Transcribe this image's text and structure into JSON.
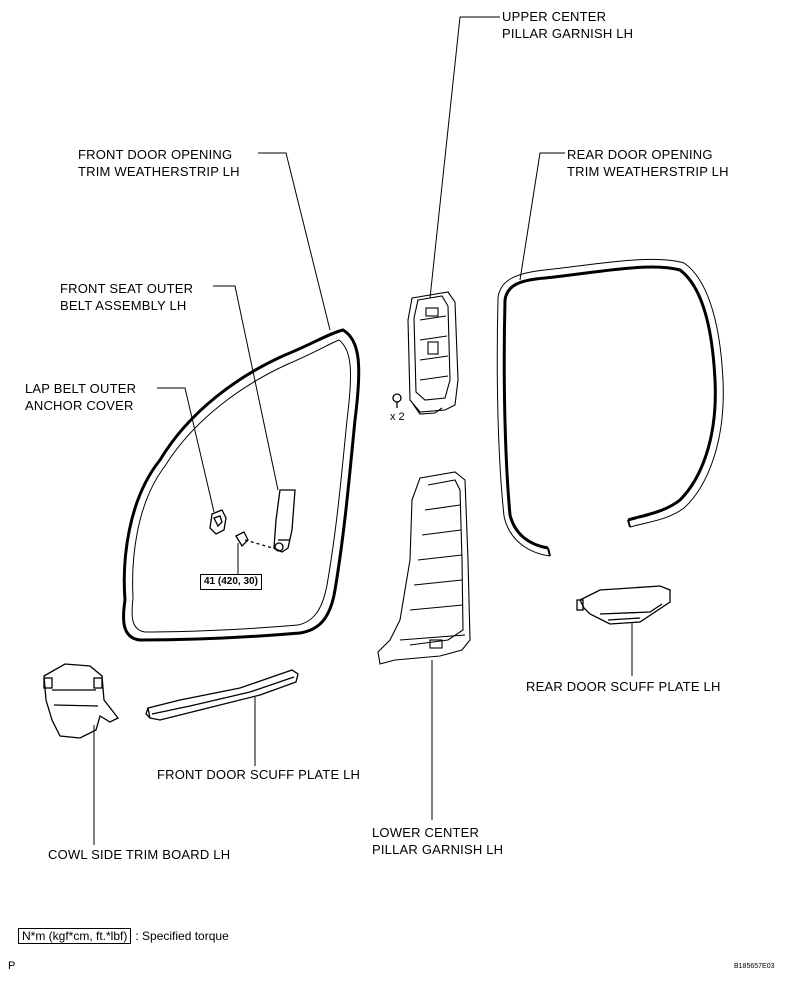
{
  "labels": {
    "upper_center_pillar": [
      "UPPER CENTER",
      "PILLAR GARNISH LH"
    ],
    "front_door_weatherstrip": [
      "FRONT DOOR OPENING",
      "TRIM WEATHERSTRIP LH"
    ],
    "rear_door_weatherstrip": [
      "REAR DOOR OPENING",
      "TRIM WEATHERSTRIP LH"
    ],
    "front_seat_belt": [
      "FRONT SEAT OUTER",
      "BELT ASSEMBLY LH"
    ],
    "lap_belt_cover": [
      "LAP BELT OUTER",
      "ANCHOR COVER"
    ],
    "rear_scuff": [
      "REAR DOOR SCUFF PLATE LH"
    ],
    "front_scuff": [
      "FRONT DOOR SCUFF PLATE LH"
    ],
    "cowl_side": [
      "COWL SIDE TRIM BOARD LH"
    ],
    "lower_center_pillar": [
      "LOWER CENTER",
      "PILLAR GARNISH LH"
    ]
  },
  "qty_label": "x 2",
  "torque_value": "41 (420, 30)",
  "legend": {
    "unit_box": "N*m (kgf*cm, ft.*lbf)",
    "description": ": Specified torque"
  },
  "corner_letter": "P",
  "figure_code": "B185657E03"
}
